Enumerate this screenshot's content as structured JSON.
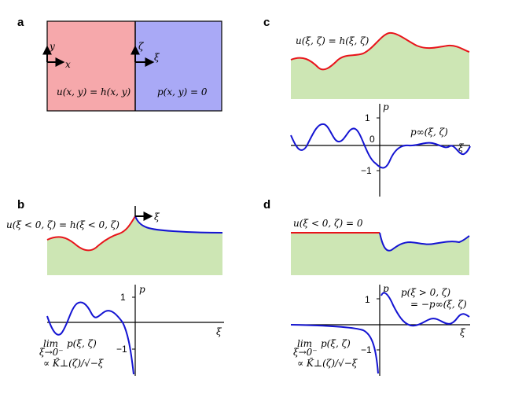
{
  "panels": {
    "a": {
      "label": "a",
      "left_region_color": "#f6a8ab",
      "right_region_color": "#a9a9f6",
      "left_text": "u(x, y) = h(x, y)",
      "right_text": "p(x, y) = 0",
      "axis_y": "y",
      "axis_x": "x",
      "axis_zeta": "ζ",
      "axis_xi": "ξ"
    },
    "b": {
      "label": "b",
      "boundary_text": "u(ξ < 0, ζ) = h(ξ < 0, ζ)",
      "axis_xi_top": "ξ",
      "axis_p": "p",
      "axis_xi": "ξ",
      "tick_pos": "1",
      "tick_neg": "−1",
      "limit_op": "lim",
      "limit_sub": "ξ→0⁻",
      "limit_expr": "p(ξ, ζ)",
      "prop_line": "∝ K̄⊥(ζ)/√−ξ"
    },
    "c": {
      "label": "c",
      "boundary_text": "u(ξ, ζ) = h(ξ, ζ)",
      "axis_p": "p",
      "axis_xi": "ξ",
      "tick_pos": "1",
      "tick_zero": "0",
      "tick_neg": "−1",
      "curve_label": "p∞(ξ, ζ)"
    },
    "d": {
      "label": "d",
      "boundary_text": "u(ξ < 0, ζ) = 0",
      "axis_p": "p",
      "axis_xi": "ξ",
      "tick_pos": "1",
      "tick_neg": "−1",
      "curve_label_1": "p(ξ > 0, ζ)",
      "curve_label_2": "= −p∞(ξ, ζ)",
      "limit_op": "lim",
      "limit_sub": "ξ→0⁻",
      "limit_expr": "p(ξ, ζ)",
      "prop_line": "∝ K̄⊥(ζ)/√−ξ"
    }
  },
  "colors": {
    "red_curve": "#e8141b",
    "blue_curve": "#1414d2",
    "green_fill": "#cde6b4"
  }
}
